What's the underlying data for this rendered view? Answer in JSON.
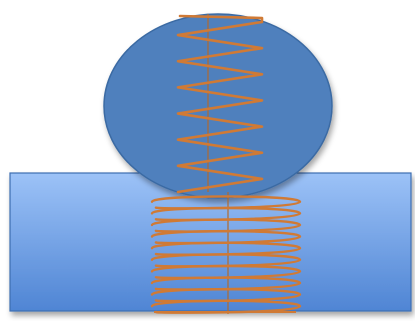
{
  "colors": {
    "background": "#ffffff",
    "sphere_fill": "#4f80bd",
    "sphere_stroke": "#3b6aa3",
    "block_top": "#9cc2f7",
    "block_bottom": "#4f85d4",
    "block_stroke": "#3d6db0",
    "spring": "#d07a35",
    "axis": "#b06a30"
  },
  "shapes": {
    "sphere": "ellipse",
    "block": "rectangle",
    "upper_spring": "zigzag-coil",
    "lower_spring": "helical-coil"
  }
}
